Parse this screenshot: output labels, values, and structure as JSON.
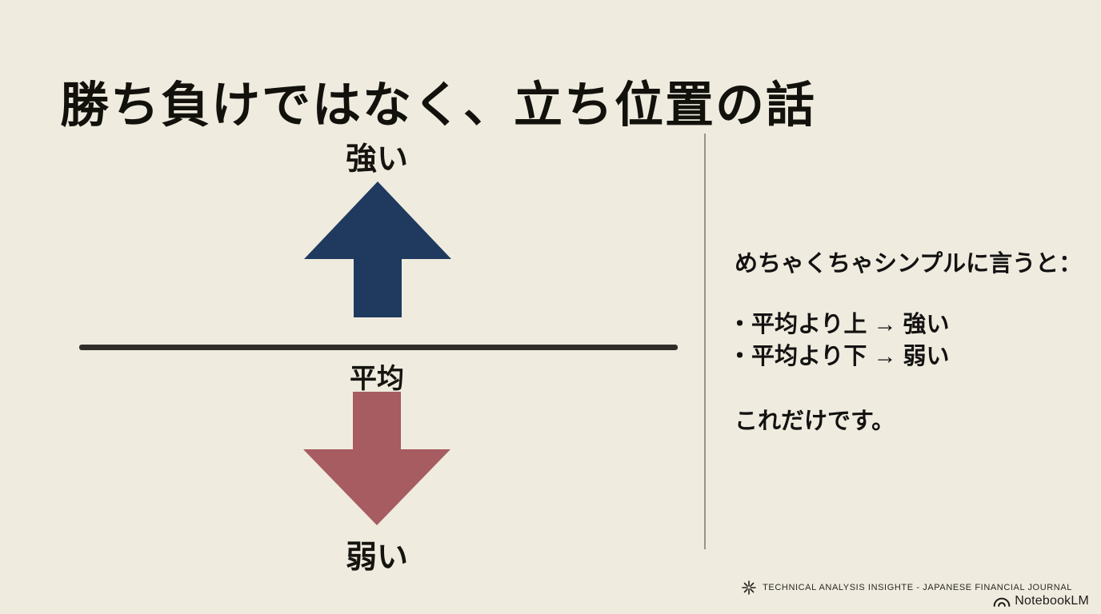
{
  "slide": {
    "title": "勝ち負けではなく、立ち位置の話",
    "diagram": {
      "top_label": "強い",
      "axis_label": "平均",
      "bottom_label": "弱い",
      "up_arrow_color": "#1f3a5e",
      "down_arrow_color": "#a65c61",
      "axis_line_color": "#2e2d28"
    },
    "side_panel": {
      "intro": "めちゃくちゃシンプルに言うと：",
      "bullets": [
        "・平均より上 → 強い",
        "・平均より下 → 弱い"
      ],
      "outro": "これだけです。"
    },
    "footer": {
      "caption": "TECHNICAL ANALYSIS INSIGHTE - JAPANESE FINANCIAL JOURNAL",
      "brand": "NotebookLM"
    },
    "colors": {
      "background": "#efebdf",
      "text": "#14130e",
      "divider": "#97958a"
    }
  }
}
